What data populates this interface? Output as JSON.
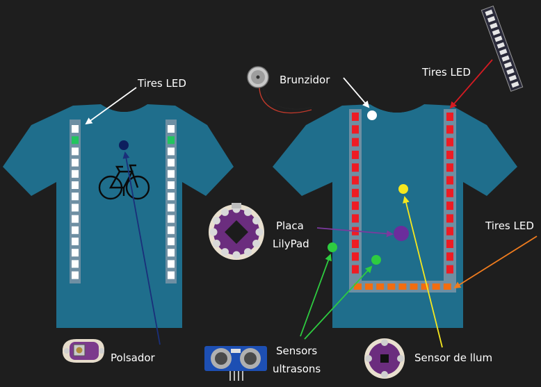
{
  "labels": {
    "tires_led_left": "Tires LED",
    "brunzidor": "Brunzidor",
    "tires_led_top_right": "Tires LED",
    "tires_led_bottom_right": "Tires LED",
    "placa_line1": "Placa",
    "placa_line2": "LilyPad",
    "polsador": "Polsador",
    "sensors_line1": "Sensors",
    "sensors_line2": "ultrasons",
    "sensor_llum": "Sensor de llum"
  },
  "colors": {
    "background": "#1e1e1e",
    "shirt": "#1f6e8c",
    "strip": "#6e8fa3",
    "led_white": "#ffffff",
    "led_green": "#22c55e",
    "led_red": "#ee1c24",
    "led_orange": "#f26d10",
    "lilypad_purple": "#6b2d7e",
    "button_dot": "#0d1f5e",
    "buzzer_dot": "#ffffff",
    "light_sensor_dot": "#f5e71e",
    "ultrasonic_dot": "#2ecc40",
    "lilypad_dot": "#6b2d9c",
    "arrow_white": "#ffffff",
    "arrow_red": "#d51b22",
    "arrow_orange": "#f07c1e",
    "arrow_purple": "#7b3a9e",
    "arrow_green": "#2ecc40",
    "arrow_yellow": "#f5e71e",
    "arrow_navy": "#1a2f7a"
  },
  "icons": {
    "bicycle": "bicycle-icon",
    "buzzer": "buzzer-icon",
    "led_strip": "led-strip-icon",
    "lilypad_board": "lilypad-board-icon",
    "push_button": "push-button-icon",
    "ultrasonic_sensor": "ultrasonic-sensor-icon",
    "light_sensor": "light-sensor-icon"
  },
  "left_shirt": {
    "strip_leds": 14,
    "green_led_index": 1
  },
  "right_shirt": {
    "vertical_leds": 13,
    "bottom_leds": 9
  }
}
